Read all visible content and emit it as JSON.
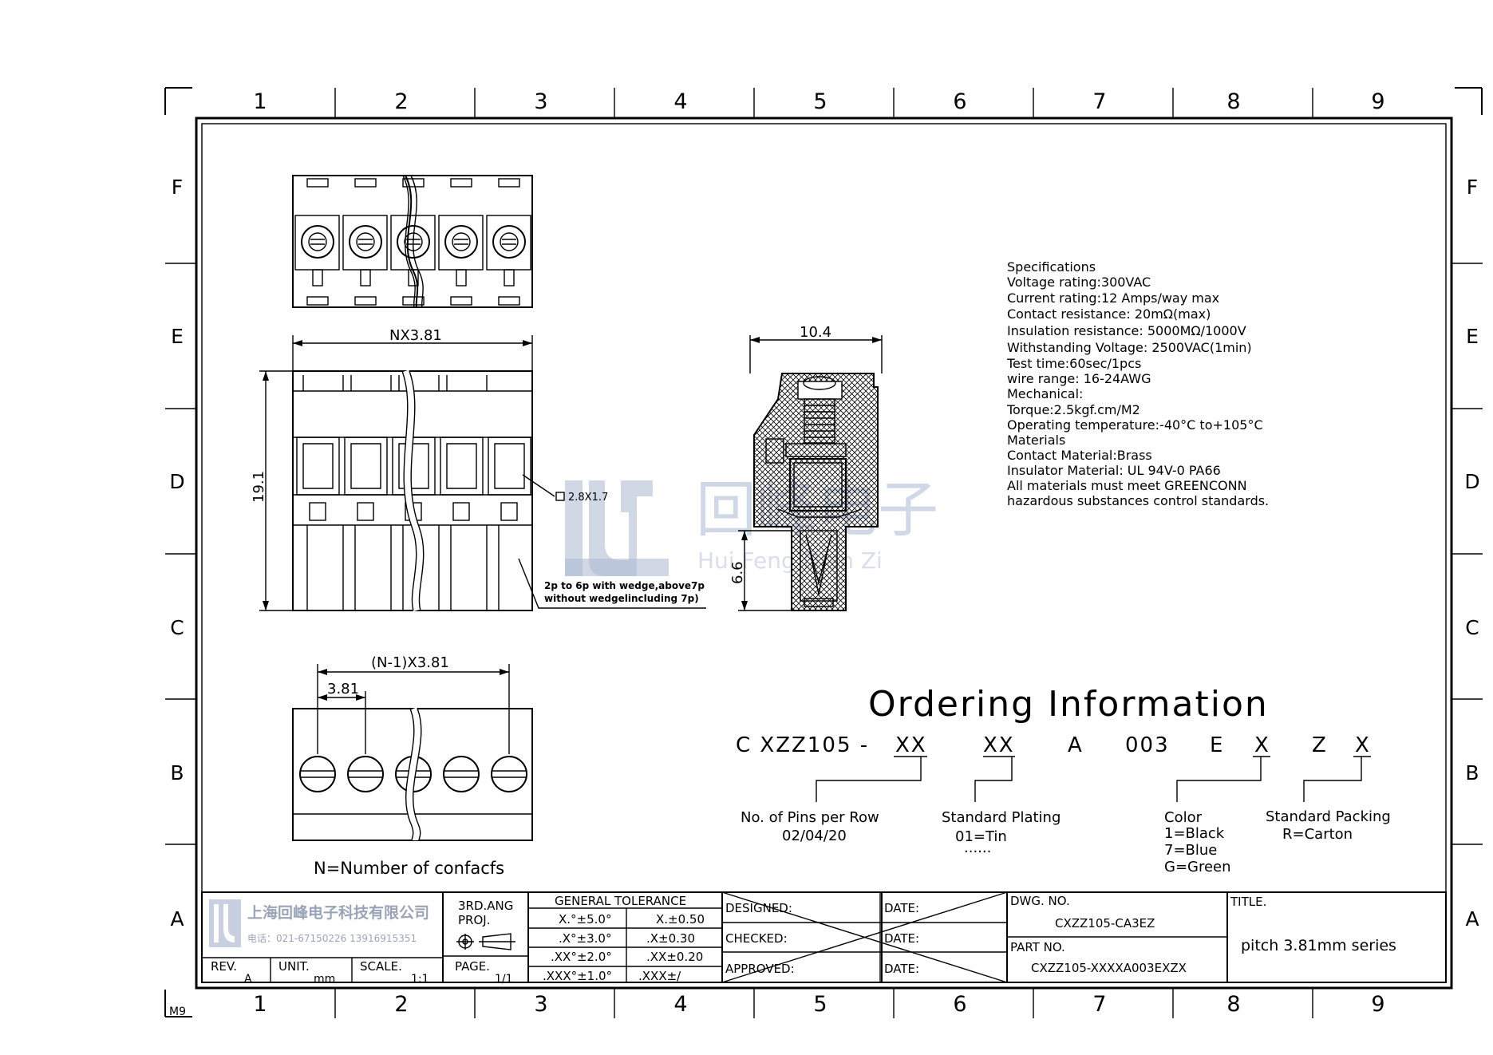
{
  "frame": {
    "columns": [
      "1",
      "2",
      "3",
      "4",
      "5",
      "6",
      "7",
      "8",
      "9"
    ],
    "rows": [
      "F",
      "E",
      "D",
      "C",
      "B",
      "A"
    ],
    "corner_code": "M9"
  },
  "watermark": {
    "chinese": "回峰电子",
    "pinyin": "Hui Feng Dian Zi"
  },
  "views": {
    "nx_dim": "NX3.81",
    "height_dim": "19.1",
    "square_note": "2.8X1.7",
    "wedge_note_line1": "2p to 6p with wedge,above7p",
    "wedge_note_line2": "without wedgelincluding 7p)",
    "side_width_dim": "10.4",
    "side_pin_dim": "6.6",
    "bottom_pitch_total": "(N-1)X3.81",
    "bottom_pitch": "3.81",
    "n_note": "N=Number of confacfs"
  },
  "specifications": [
    "Specifications",
    "Voltage rating:300VAC",
    "Current rating:12 Amps/way max",
    "Contact resistance: 20mΩ(max)",
    "Insulation resistance: 5000MΩ/1000V",
    "Withstanding Voltage: 2500VAC(1min)",
    "Test time:60sec/1pcs",
    "wire range: 16-24AWG",
    "Mechanical:",
    "Torque:2.5kgf.cm/M2",
    "Operating temperature:-40°C to+105°C",
    "Materials",
    "Contact Material:Brass",
    "Insulator Material: UL 94V-0 PA66",
    "All materials must meet GREENCONN",
    "hazardous substances control standards."
  ],
  "ordering": {
    "title": "Ordering Information",
    "code_parts": [
      "C XZZ105 -",
      "XX",
      "XX",
      "A",
      "003",
      "E",
      "X",
      "Z",
      "X"
    ],
    "pins_label": "No. of Pins per Row",
    "pins_value": "02/04/20",
    "plating_label": "Standard Plating",
    "plating_value": "01=Tin",
    "plating_more": "......",
    "color_label": "Color",
    "color_values": [
      "1=Black",
      "7=Blue",
      "G=Green"
    ],
    "packing_label": "Standard Packing",
    "packing_value": "R=Carton"
  },
  "title_block": {
    "company_cn": "上海回峰电子科技有限公司",
    "company_phone": "电话：021-67150226  13916915351",
    "rev_label": "REV.",
    "rev_value": "A",
    "unit_label": "UNIT.",
    "unit_value": "mm",
    "scale_label": "SCALE.",
    "scale_value": "1:1",
    "proj_label_1": "3RD.ANG",
    "proj_label_2": "PROJ.",
    "page_label": "PAGE.",
    "page_value": "1/1",
    "tol_title": "GENERAL TOLERANCE",
    "tol_rows": [
      [
        "X.°±5.0°",
        "X.±0.50"
      ],
      [
        ".X°±3.0°",
        ".X±0.30"
      ],
      [
        ".XX°±2.0°",
        ".XX±0.20"
      ],
      [
        ".XXX°±1.0°",
        ".XXX±/"
      ]
    ],
    "designed": "DESIGNED:",
    "checked": "CHECKED:",
    "approved": "APPROVED:",
    "date": "DATE:",
    "dwg_label": "DWG. NO.",
    "dwg_value": "CXZZ105-CA3EZ",
    "part_label": "PART NO.",
    "part_value": "CXZZ105-XXXXA003EXZX",
    "title_label": "TITLE.",
    "title_value": "pitch 3.81mm series"
  }
}
